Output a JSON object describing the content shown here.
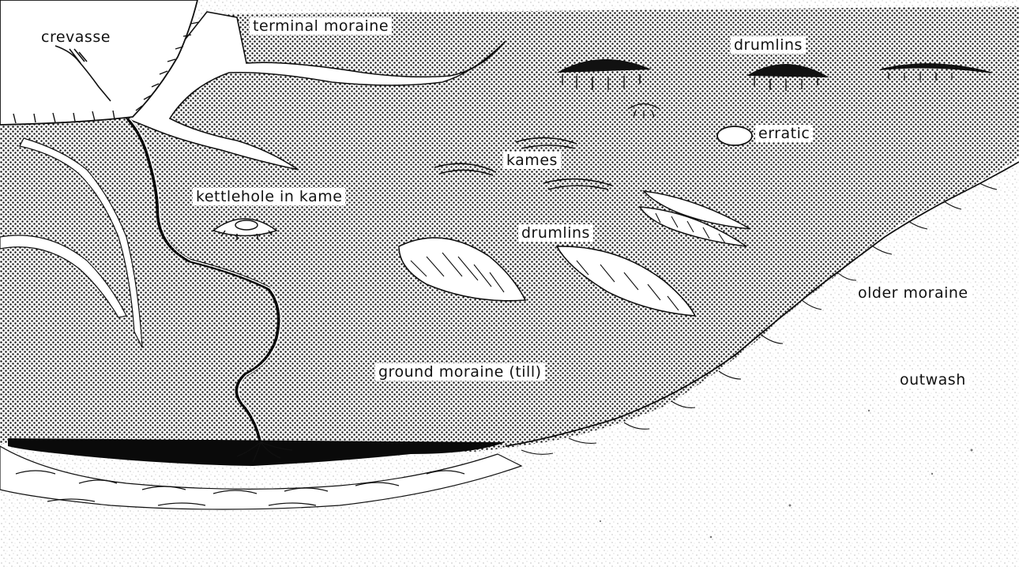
{
  "labels": {
    "crevasse": "crevasse",
    "terminal_moraine": "terminal moraine",
    "drumlins_top": "drumlins",
    "erratic": "erratic",
    "kames": "kames",
    "kettlehole": "kettlehole in kame",
    "drumlins_mid": "drumlins",
    "older_moraine": "older moraine",
    "outwash": "outwash",
    "ground_moraine": "ground moraine (till)"
  },
  "colors": {
    "ink": "#111111",
    "dot": "#1a1a1a",
    "paper": "#ffffff",
    "outwash_speckle": "#9a9a9a",
    "meltwater": "#0a0a0a"
  }
}
